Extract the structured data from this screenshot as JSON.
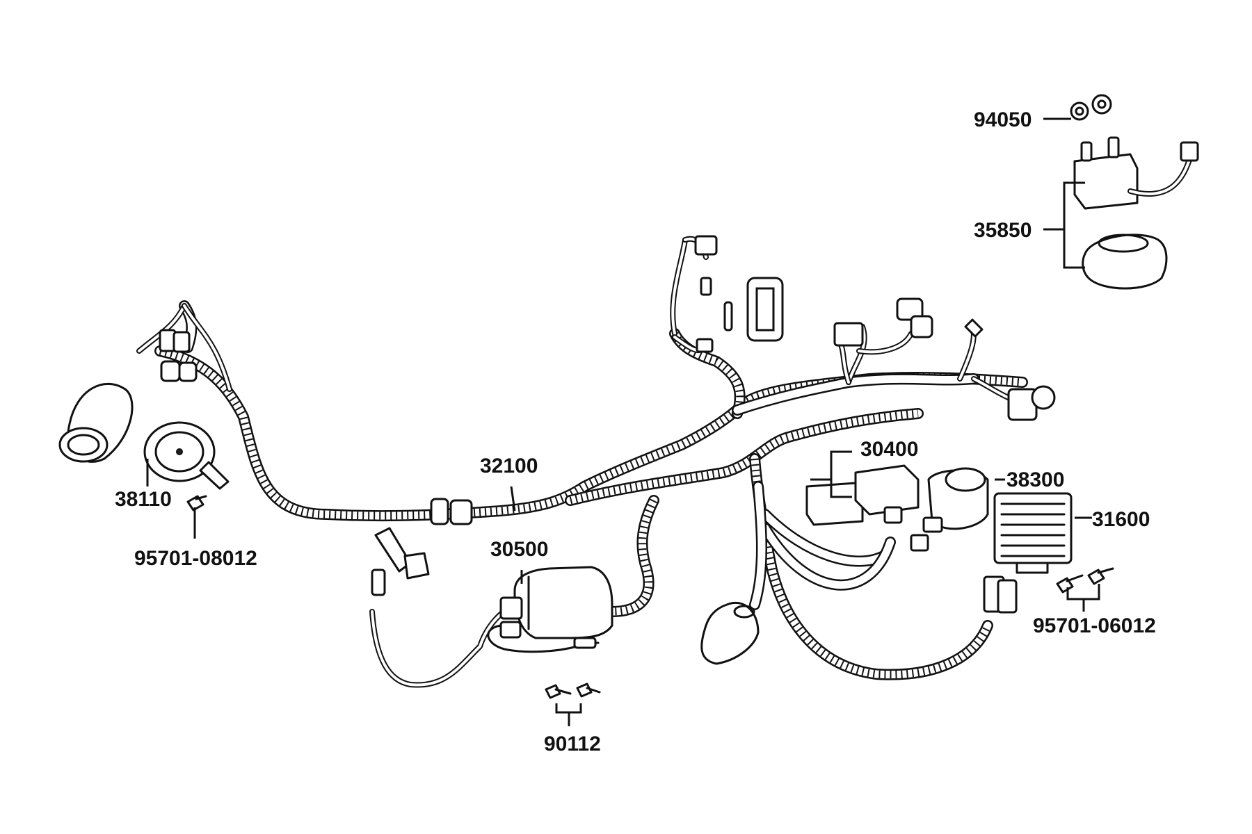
{
  "labels": {
    "p94050": "94050",
    "p35850": "35850",
    "p30400": "30400",
    "p38300": "38300",
    "p31600": "31600",
    "p32100": "32100",
    "p38110": "38110",
    "p95701_08012": "95701-08012",
    "p30500": "30500",
    "p90112": "90112",
    "p95701_06012": "95701-06012"
  },
  "colors": {
    "ink": "#111111",
    "background": "#ffffff"
  }
}
